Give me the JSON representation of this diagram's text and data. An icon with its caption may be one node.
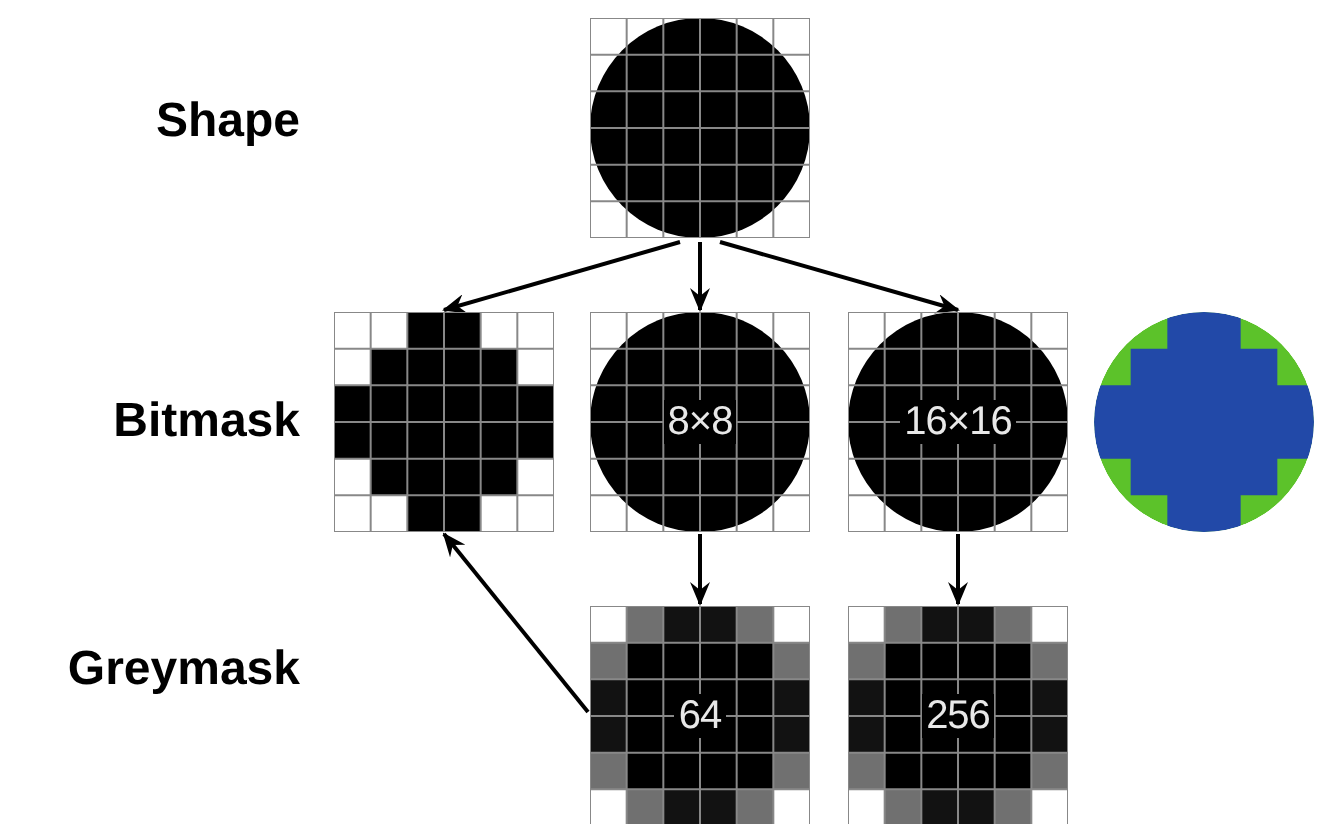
{
  "diagram": {
    "nodes": [
      {
        "text": [],
        "shape": "picture"
      },
      {
        "text": [],
        "shape": "picture"
      },
      {
        "text": [
          "8×8"
        ]
      },
      {
        "text": [
          "16×16"
        ]
      },
      {
        "text": [],
        "shape": "circle"
      },
      {
        "text": [
          "64"
        ]
      },
      {
        "text": [
          "256"
        ]
      }
    ],
    "edges": [
      {
        "from": 0,
        "to": 1,
        "arrow": "to"
      },
      {
        "from": 0,
        "to": 2,
        "arrow": "to"
      },
      {
        "from": 0,
        "to": 3,
        "arrow": "to"
      },
      {
        "from": 2,
        "to": 5,
        "arrow": "to"
      },
      {
        "from": 3,
        "to": 6,
        "arrow": "to"
      },
      {
        "from": 5,
        "to": 1,
        "arrow": "to"
      }
    ],
    "labels": [
      "Shape",
      "Bitmask",
      "Greymask"
    ]
  }
}
